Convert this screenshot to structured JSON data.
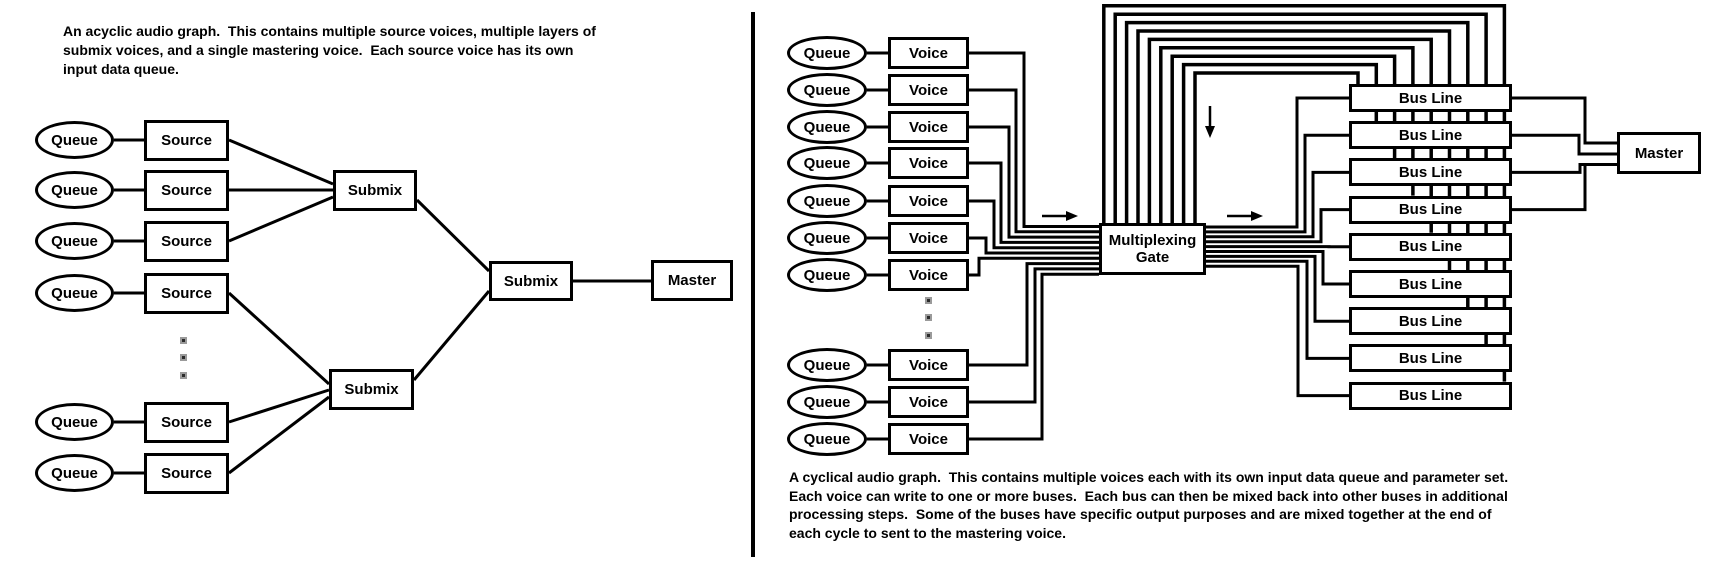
{
  "left_panel": {
    "caption_lines": [
      "An acyclic audio graph.  This contains multiple source voices, multiple layers of",
      "submix voices, and a single mastering voice.  Each source voice has its own",
      "input data queue."
    ],
    "queue_label": "Queue",
    "source_label": "Source",
    "submix_label": "Submix",
    "master_label": "Master"
  },
  "right_panel": {
    "caption_lines": [
      "A cyclical audio graph.  This contains multiple voices each with its own input data queue and parameter set.",
      "Each voice can write to one or more buses.  Each bus can then be mixed back into other buses in additional",
      "processing steps.  Some of the buses have specific output purposes and are mixed together at the end of",
      "each cycle to sent to the mastering voice."
    ],
    "queue_label": "Queue",
    "voice_label": "Voice",
    "gate_label": [
      "Multiplexing",
      "Gate"
    ],
    "bus_label": "Bus Line",
    "master_label": "Master"
  }
}
